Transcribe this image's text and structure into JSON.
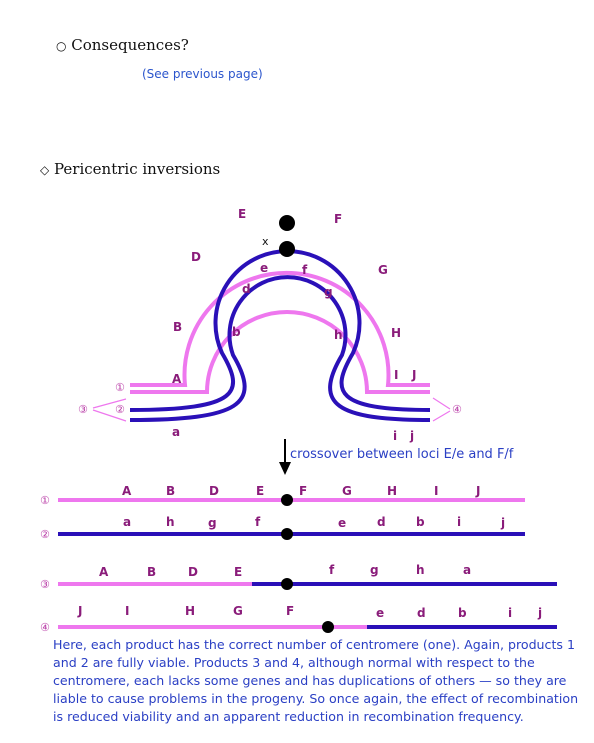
{
  "section1": {
    "bullet": "○",
    "title": "Consequences?",
    "note": "(See previous page)"
  },
  "section2": {
    "bullet": "◇",
    "title": "Pericentric inversions"
  },
  "colors": {
    "pink": "#ee77ee",
    "blue": "#2a10b8",
    "label": "#8a1c7a",
    "text": "#2a3fc4"
  },
  "loop": {
    "upper_labels": [
      "A",
      "B",
      "D",
      "E",
      "F",
      "G",
      "H",
      "I",
      "J"
    ],
    "lower_labels": [
      "a",
      "b",
      "d",
      "e",
      "f",
      "g",
      "h",
      "i",
      "j"
    ],
    "chromatid_numbers": [
      "①",
      "②",
      "③",
      "④"
    ],
    "crossover_mark": "x"
  },
  "arrow_caption": "crossover between loci E/e and F/f",
  "products": [
    {
      "number": "①",
      "genes": [
        "A",
        "B",
        "D",
        "E",
        "F",
        "G",
        "H",
        "I",
        "J"
      ]
    },
    {
      "number": "②",
      "genes": [
        "a",
        "h",
        "g",
        "f",
        "e",
        "d",
        "b",
        "i",
        "j"
      ]
    },
    {
      "number": "③",
      "genes": [
        "A",
        "B",
        "D",
        "E",
        "f",
        "g",
        "h",
        "a"
      ]
    },
    {
      "number": "④",
      "genes": [
        "J",
        "I",
        "H",
        "G",
        "F",
        "e",
        "d",
        "b",
        "i",
        "j"
      ]
    }
  ],
  "paragraph_lines": [
    "Here, each product has the correct number of centromere (one).  Again, products 1",
    "and 2 are fully viable.  Products 3 and 4, although normal with respect to the",
    "centromere, each lacks some genes and has duplications of others — so they are",
    "liable to cause problems in the progeny.  So once again, the effect of recombination",
    "is reduced viability and an apparent reduction in recombination frequency."
  ]
}
